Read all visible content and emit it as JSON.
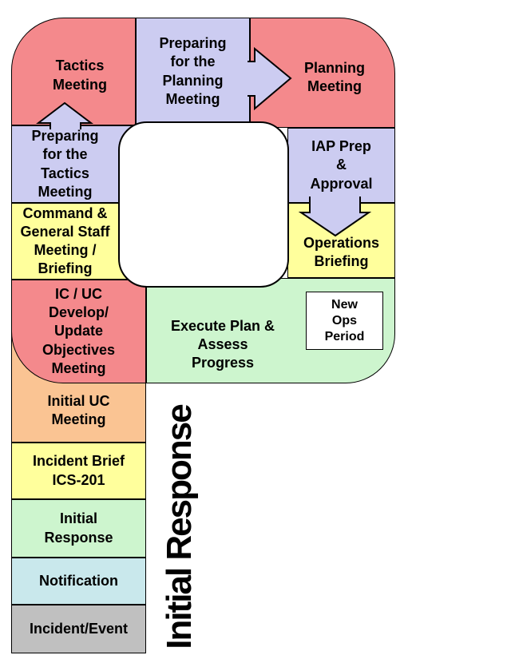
{
  "colors": {
    "salmon": "#F4898C",
    "lavender": "#CCCCF1",
    "yellow": "#FFFF9C",
    "green": "#CDF5CE",
    "orange": "#FAC493",
    "blue": "#C9E8EC",
    "gray": "#C0C0C0",
    "white": "#FFFFFF",
    "outline": "#000000"
  },
  "loop": {
    "tactics_meeting": "Tactics\nMeeting",
    "preparing_planning": "Preparing\nfor the\nPlanning\nMeeting",
    "planning_meeting": "Planning\nMeeting",
    "preparing_tactics": "Preparing\nfor the\nTactics\nMeeting",
    "command_general_staff": "Command &\nGeneral Staff\nMeeting /\nBriefing",
    "ic_uc_objectives": "IC / UC\nDevelop/\nUpdate\nObjectives\nMeeting",
    "iap_prep_approval": "IAP Prep\n&\nApproval",
    "operations_briefing": "Operations\nBriefing",
    "execute_plan": "Execute Plan &\nAssess\nProgress",
    "new_ops_period": "New\nOps\nPeriod"
  },
  "leg": {
    "initial_uc_meeting": "Initial UC\nMeeting",
    "incident_brief": "Incident Brief\nICS-201",
    "initial_response": "Initial\nResponse",
    "notification": "Notification",
    "incident_event": "Incident/Event",
    "side_label": "Initial Response"
  }
}
